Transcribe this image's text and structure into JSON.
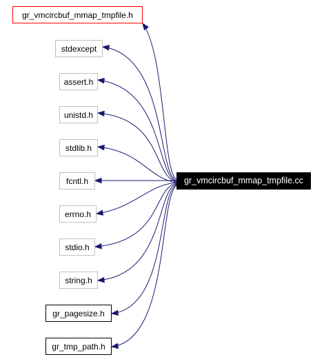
{
  "graph": {
    "root": {
      "label": "gr_vmcircbuf_mmap_tmpfile.cc"
    },
    "edge_color": "#191970",
    "includes": [
      {
        "id": "gr_vmcircbuf_mmap_tmpfile_h",
        "label": "gr_vmcircbuf_mmap_tmpfile.h",
        "style": "red"
      },
      {
        "id": "stdexcept",
        "label": "stdexcept",
        "style": "gray"
      },
      {
        "id": "assert_h",
        "label": "assert.h",
        "style": "gray"
      },
      {
        "id": "unistd_h",
        "label": "unistd.h",
        "style": "gray"
      },
      {
        "id": "stdlib_h",
        "label": "stdlib.h",
        "style": "gray"
      },
      {
        "id": "fcntl_h",
        "label": "fcntl.h",
        "style": "gray"
      },
      {
        "id": "errno_h",
        "label": "errno.h",
        "style": "gray"
      },
      {
        "id": "stdio_h",
        "label": "stdio.h",
        "style": "gray"
      },
      {
        "id": "string_h",
        "label": "string.h",
        "style": "gray"
      },
      {
        "id": "gr_pagesize_h",
        "label": "gr_pagesize.h",
        "style": "black"
      },
      {
        "id": "gr_tmp_path_h",
        "label": "gr_tmp_path.h",
        "style": "black"
      }
    ]
  }
}
